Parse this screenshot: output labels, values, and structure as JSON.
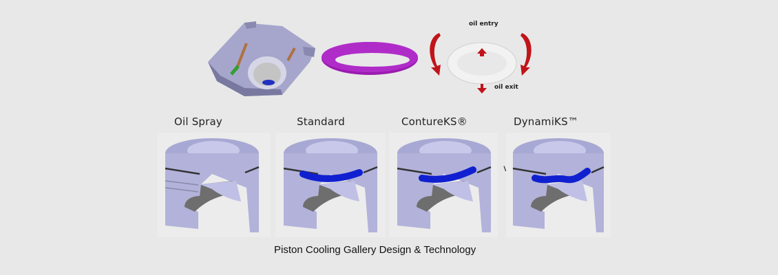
{
  "top_row": {
    "items": [
      {
        "name": "cooling-gallery-casting-core",
        "description": "piston crown section with oil channels"
      },
      {
        "name": "salt-core-ring",
        "color": "#a020b8"
      },
      {
        "name": "oil-flow-ring",
        "color": "#f0f0f0"
      }
    ],
    "oil_entry_label": "oil entry",
    "oil_exit_label": "oil exit",
    "arrow_color": "#c0141a"
  },
  "pistons": [
    {
      "label": "Oil Spray",
      "gallery": false
    },
    {
      "label": "Standard",
      "gallery": true
    },
    {
      "label": "ContureKS®",
      "gallery": true
    },
    {
      "label": "DynamiKS™",
      "gallery": true
    }
  ],
  "stray_mark": "v",
  "caption": "Piston Cooling Gallery Design & Technology",
  "colors": {
    "background": "#e8e8e8",
    "piston_body": "#b4b4d8",
    "piston_shadow": "#6e6e6e",
    "gallery_blue": "#1020d0"
  }
}
